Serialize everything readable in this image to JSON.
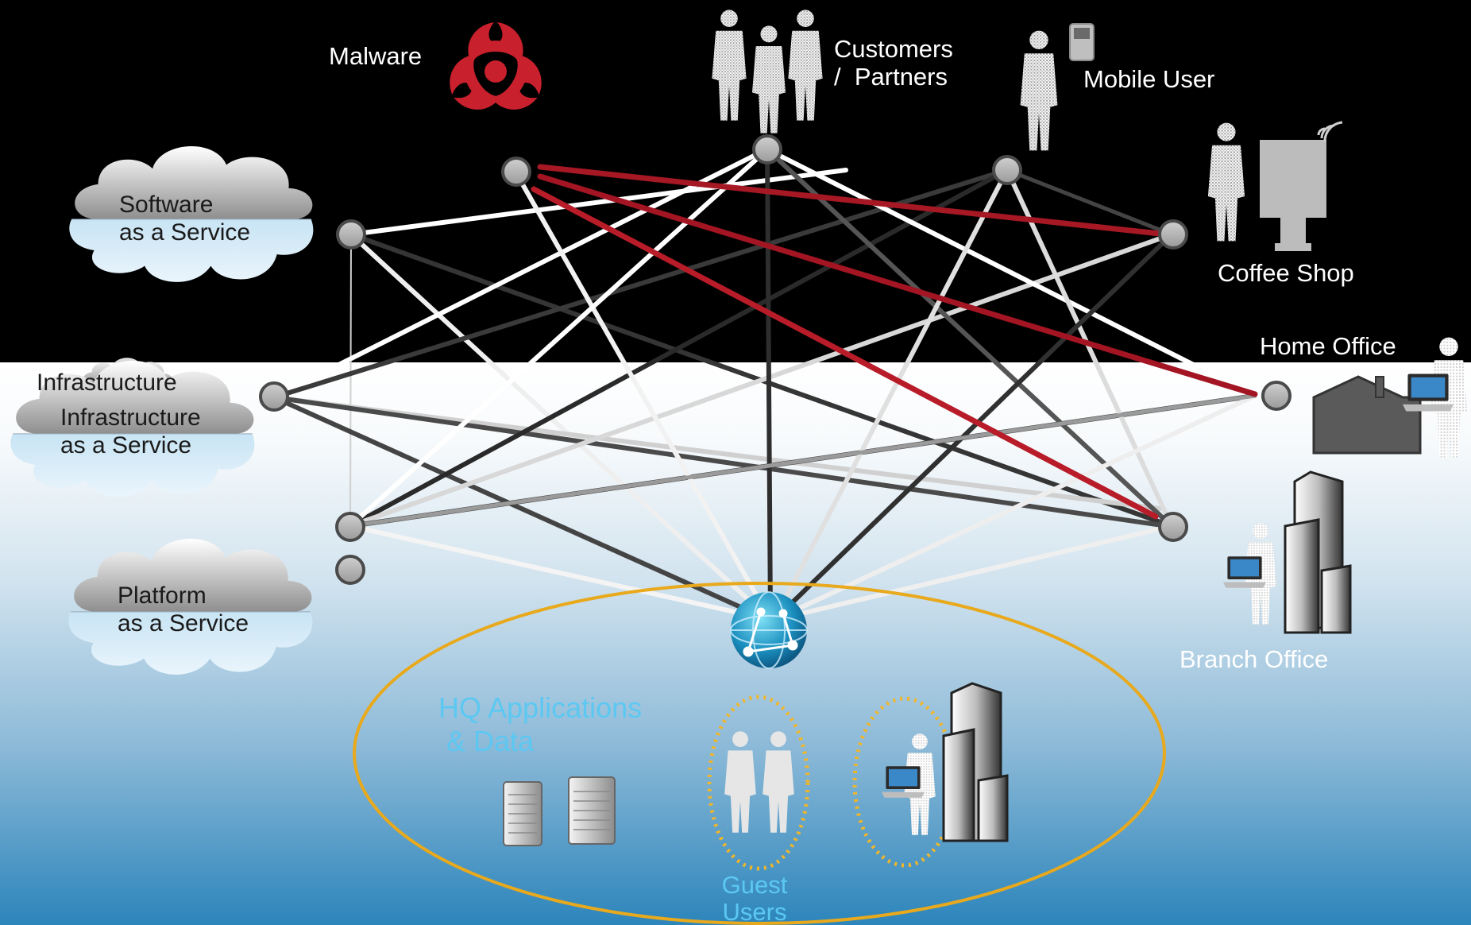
{
  "labels": {
    "malware": "Malware",
    "customers": "Customers\n/  Partners",
    "mobile_user": "Mobile User",
    "coffee_shop": "Coffee Shop",
    "home_office": "Home Office",
    "branch_office": "Branch Office",
    "saas": "Software\nas a Service",
    "iaas": "Infrastructure\nas a Service",
    "paas": "Platform\nas a Service",
    "iaas_ghost": "Infrastructure",
    "hq_apps": "HQ Applications\n & Data",
    "guest_users": "Guest\nUsers"
  },
  "colors": {
    "dark_band": "#000000",
    "threat_link": "#cc1f2a",
    "malware_icon": "#c8202c",
    "hq_ellipse": "#e8a91c",
    "label_cyan": "#5cc8f2"
  },
  "icons": [
    "biohazard-icon",
    "person-icon",
    "phone-icon",
    "kiosk-icon",
    "wifi-icon",
    "house-icon",
    "laptop-icon",
    "building-icon",
    "server-icon",
    "globe-icon",
    "cloud-icon"
  ]
}
